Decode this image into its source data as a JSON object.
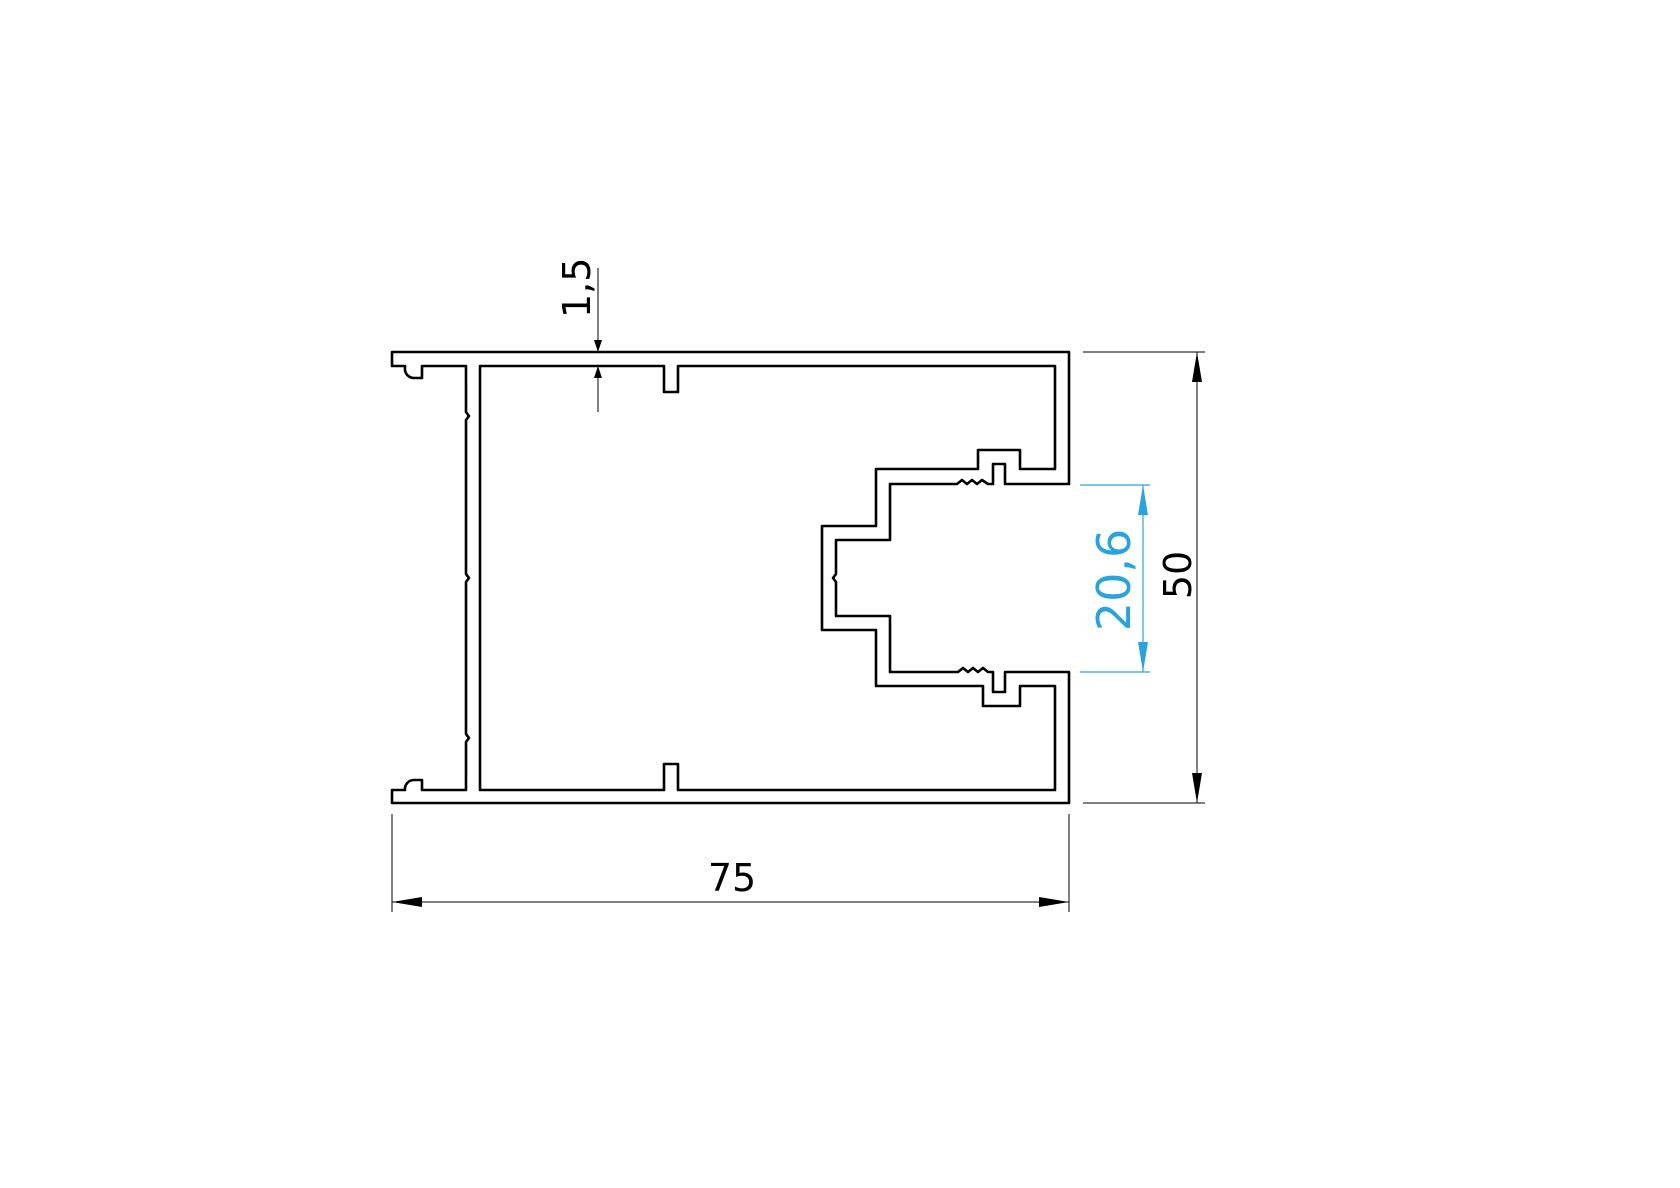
{
  "drawing": {
    "dimensions": {
      "wall_thickness": "1,5",
      "width": "75",
      "height": "50",
      "opening": "20,6"
    },
    "colors": {
      "line": "#000000",
      "highlight_dimension": "#29a3e0",
      "background": "#ffffff"
    }
  }
}
